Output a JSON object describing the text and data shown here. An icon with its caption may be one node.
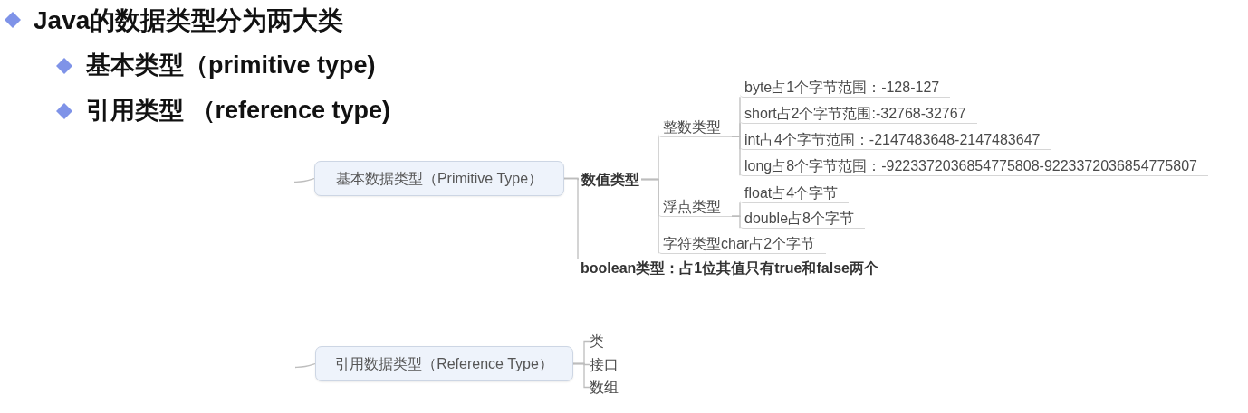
{
  "diagram": {
    "title": "Java的数据类型分为两大类",
    "nodes": [
      {
        "text": [
          "基本数据类型（Primitive Type）"
        ]
      },
      {
        "text": [
          "数值类型"
        ]
      },
      {
        "text": [
          "整数类型"
        ]
      },
      {
        "text": [
          "byte占1个字节范围：-128-127"
        ]
      },
      {
        "text": [
          "short占2个字节范围:-32768-32767"
        ]
      },
      {
        "text": [
          "int占4个字节范围：-2147483648-2147483647"
        ]
      },
      {
        "text": [
          "long占8个字节范围：-9223372036854775808-9223372036854775807"
        ]
      },
      {
        "text": [
          "浮点类型"
        ]
      },
      {
        "text": [
          "float占4个字节"
        ]
      },
      {
        "text": [
          "double占8个字节"
        ]
      },
      {
        "text": [
          "字符类型char占2个字节"
        ]
      },
      {
        "text": [
          "boolean类型：占1位其值只有true和false两个"
        ]
      },
      {
        "text": [
          "引用数据类型（Reference Type）"
        ]
      },
      {
        "text": [
          "类"
        ]
      },
      {
        "text": [
          "接口"
        ]
      },
      {
        "text": [
          "数组"
        ]
      }
    ],
    "edges": [
      {
        "from": null,
        "to": 0,
        "arrow": "none"
      },
      {
        "from": 0,
        "to": 1,
        "arrow": "none"
      },
      {
        "from": 0,
        "to": 11,
        "arrow": "none"
      },
      {
        "from": 1,
        "to": 2,
        "arrow": "none"
      },
      {
        "from": 1,
        "to": 7,
        "arrow": "none"
      },
      {
        "from": 1,
        "to": 10,
        "arrow": "none"
      },
      {
        "from": 2,
        "to": 3,
        "arrow": "none"
      },
      {
        "from": 2,
        "to": 4,
        "arrow": "none"
      },
      {
        "from": 2,
        "to": 5,
        "arrow": "none"
      },
      {
        "from": 2,
        "to": 6,
        "arrow": "none"
      },
      {
        "from": 7,
        "to": 8,
        "arrow": "none"
      },
      {
        "from": 7,
        "to": 9,
        "arrow": "none"
      },
      {
        "from": null,
        "to": 12,
        "arrow": "none"
      },
      {
        "from": 12,
        "to": 13,
        "arrow": "none"
      },
      {
        "from": 12,
        "to": 14,
        "arrow": "none"
      },
      {
        "from": 12,
        "to": 15,
        "arrow": "none"
      }
    ],
    "labels": [
      "基本类型（primitive type)",
      "引用类型 （reference type)"
    ]
  }
}
